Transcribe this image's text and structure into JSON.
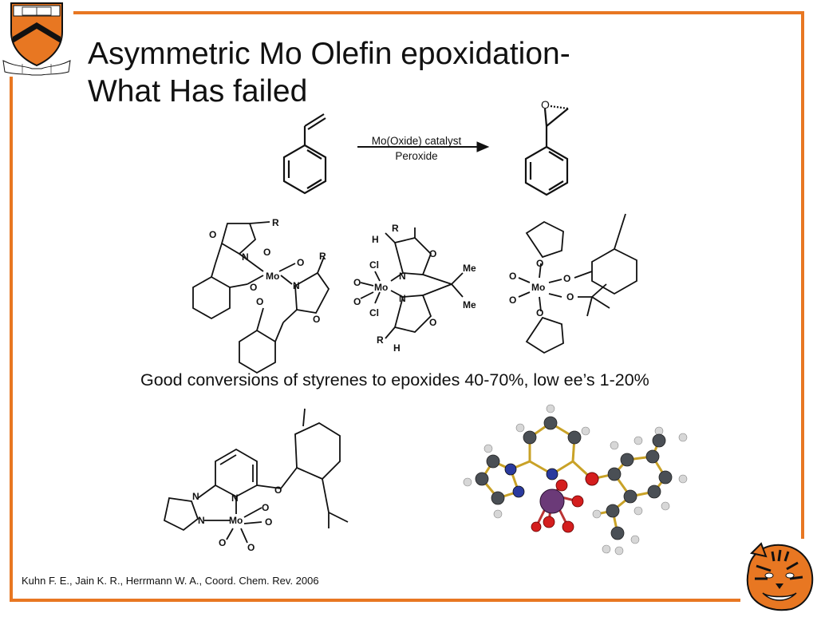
{
  "slide": {
    "title_lines": [
      "Asymmetric Mo Olefin epoxidation-",
      "What Has failed"
    ],
    "reaction": {
      "arrow_label_top": "Mo(Oxide) catalyst",
      "arrow_label_bottom": "Peroxide"
    },
    "caption": "Good conversions of styrenes to epoxides 40-70%, low ee’s 1-20%",
    "citation": "Kuhn F. E., Jain K. R., Herrmann W. A., Coord. Chem. Rev. 2006"
  },
  "logos": {
    "shield": "university-shield-logo",
    "tiger": "tiger-mascot-logo"
  },
  "colors": {
    "frame": "#e87722",
    "shield_orange": "#e87722",
    "shield_black": "#111111",
    "atom_mo": "#6b3a78",
    "atom_o": "#d41e1e",
    "atom_n": "#2a3a9e",
    "atom_c": "#4a4f55",
    "atom_h": "#d7d7d7",
    "bond": "#c9a227"
  }
}
